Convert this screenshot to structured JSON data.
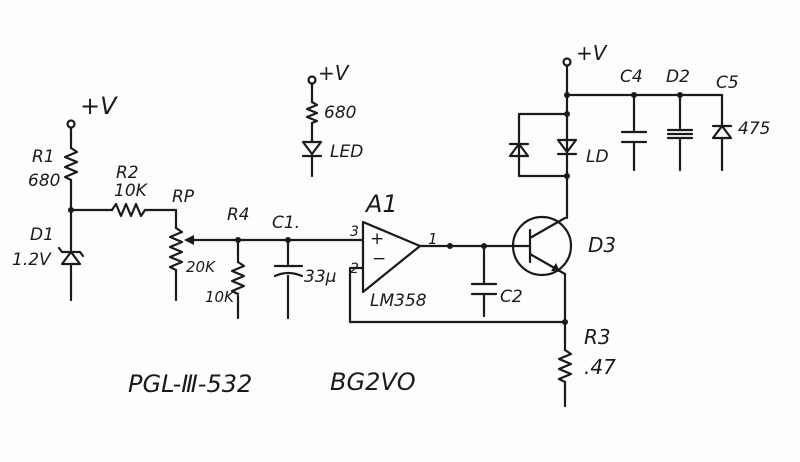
{
  "supply_left": "+V",
  "supply_led": "+V",
  "supply_right": "+V",
  "r1": {
    "ref": "R1",
    "value": "680"
  },
  "r2": {
    "ref": "R2",
    "value": "10K"
  },
  "d1": {
    "ref": "D1",
    "value": "1.2V"
  },
  "rp": {
    "ref": "RP",
    "value": "20K"
  },
  "r4": {
    "ref": "R4",
    "value": "10K"
  },
  "c1": {
    "ref": "C1.",
    "value": "33μ"
  },
  "led": {
    "res": "680",
    "label": "LED"
  },
  "a1": {
    "ref": "A1",
    "part": "LM358",
    "pin3": "3",
    "pin2": "2",
    "pin1": "1",
    "plus": "+",
    "minus": "−"
  },
  "c2": {
    "ref": "C2"
  },
  "d3": {
    "ref": "D3"
  },
  "r3": {
    "ref": "R3",
    "value": ".47"
  },
  "ld": {
    "ref": "LD"
  },
  "c4": {
    "ref": "C4"
  },
  "d2": {
    "ref": "D2"
  },
  "c5": {
    "ref": "C5",
    "value": "475"
  },
  "footer": {
    "model": "PGL-Ⅲ-532",
    "author": "BG2VO"
  }
}
